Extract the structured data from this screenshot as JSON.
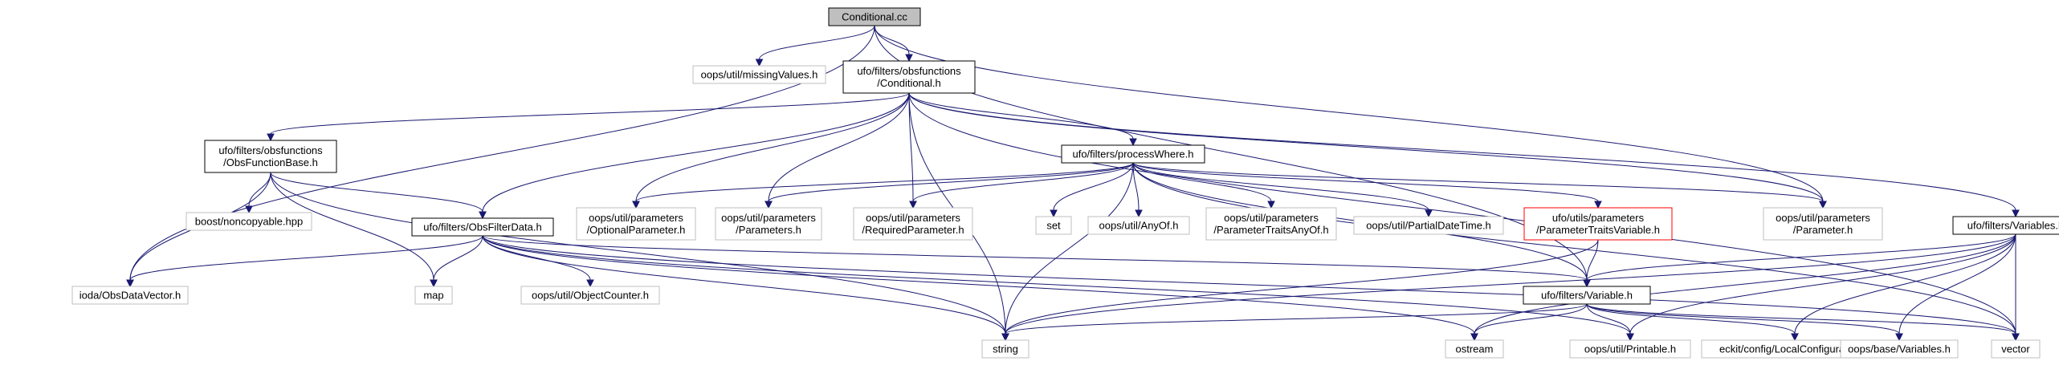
{
  "graph": {
    "nodes": [
      {
        "id": "conditional_cc",
        "lines": [
          "Conditional.cc"
        ],
        "style": "root"
      },
      {
        "id": "missing_values",
        "lines": [
          "oops/util/missingValues.h"
        ],
        "style": "external"
      },
      {
        "id": "conditional_h",
        "lines": [
          "ufo/filters/obsfunctions",
          "/Conditional.h"
        ],
        "style": "documented"
      },
      {
        "id": "obs_function_base",
        "lines": [
          "ufo/filters/obsfunctions",
          "/ObsFunctionBase.h"
        ],
        "style": "documented"
      },
      {
        "id": "process_where",
        "lines": [
          "ufo/filters/processWhere.h"
        ],
        "style": "documented"
      },
      {
        "id": "noncopyable",
        "lines": [
          "boost/noncopyable.hpp"
        ],
        "style": "external"
      },
      {
        "id": "obs_filter_data",
        "lines": [
          "ufo/filters/ObsFilterData.h"
        ],
        "style": "documented"
      },
      {
        "id": "optional_parameter",
        "lines": [
          "oops/util/parameters",
          "/OptionalParameter.h"
        ],
        "style": "external"
      },
      {
        "id": "parameters_h",
        "lines": [
          "oops/util/parameters",
          "/Parameters.h"
        ],
        "style": "external"
      },
      {
        "id": "required_parameter",
        "lines": [
          "oops/util/parameters",
          "/RequiredParameter.h"
        ],
        "style": "external"
      },
      {
        "id": "set",
        "lines": [
          "set"
        ],
        "style": "external"
      },
      {
        "id": "any_of",
        "lines": [
          "oops/util/AnyOf.h"
        ],
        "style": "external"
      },
      {
        "id": "parameter_traits_any_of",
        "lines": [
          "oops/util/parameters",
          "/ParameterTraitsAnyOf.h"
        ],
        "style": "external"
      },
      {
        "id": "partial_date_time",
        "lines": [
          "oops/util/PartialDateTime.h"
        ],
        "style": "external"
      },
      {
        "id": "parameter_traits_variable",
        "lines": [
          "ufo/utils/parameters",
          "/ParameterTraitsVariable.h"
        ],
        "style": "highlight"
      },
      {
        "id": "parameter_h",
        "lines": [
          "oops/util/parameters",
          "/Parameter.h"
        ],
        "style": "external"
      },
      {
        "id": "variables_h",
        "lines": [
          "ufo/filters/Variables.h"
        ],
        "style": "documented"
      },
      {
        "id": "ioda_obs_data_vector",
        "lines": [
          "ioda/ObsDataVector.h"
        ],
        "style": "external"
      },
      {
        "id": "map",
        "lines": [
          "map"
        ],
        "style": "external"
      },
      {
        "id": "object_counter",
        "lines": [
          "oops/util/ObjectCounter.h"
        ],
        "style": "external"
      },
      {
        "id": "variable_h",
        "lines": [
          "ufo/filters/Variable.h"
        ],
        "style": "documented"
      },
      {
        "id": "string",
        "lines": [
          "string"
        ],
        "style": "external"
      },
      {
        "id": "ostream",
        "lines": [
          "ostream"
        ],
        "style": "external"
      },
      {
        "id": "printable",
        "lines": [
          "oops/util/Printable.h"
        ],
        "style": "external"
      },
      {
        "id": "local_configuration",
        "lines": [
          "eckit/config/LocalConfiguration.h"
        ],
        "style": "external"
      },
      {
        "id": "oops_base_variables",
        "lines": [
          "oops/base/Variables.h"
        ],
        "style": "external"
      },
      {
        "id": "vector",
        "lines": [
          "vector"
        ],
        "style": "external"
      }
    ],
    "edges": [
      [
        "conditional_cc",
        "ioda_obs_data_vector"
      ],
      [
        "conditional_cc",
        "missing_values"
      ],
      [
        "conditional_cc",
        "conditional_h"
      ],
      [
        "conditional_cc",
        "parameter_h"
      ],
      [
        "conditional_cc",
        "variable_h"
      ],
      [
        "conditional_h",
        "obs_function_base"
      ],
      [
        "conditional_h",
        "obs_filter_data"
      ],
      [
        "conditional_h",
        "process_where"
      ],
      [
        "conditional_h",
        "optional_parameter"
      ],
      [
        "conditional_h",
        "parameters_h"
      ],
      [
        "conditional_h",
        "required_parameter"
      ],
      [
        "conditional_h",
        "parameter_h"
      ],
      [
        "conditional_h",
        "variables_h"
      ],
      [
        "conditional_h",
        "string"
      ],
      [
        "conditional_h",
        "vector"
      ],
      [
        "obs_function_base",
        "noncopyable"
      ],
      [
        "obs_function_base",
        "map"
      ],
      [
        "obs_function_base",
        "obs_filter_data"
      ],
      [
        "obs_function_base",
        "ioda_obs_data_vector"
      ],
      [
        "obs_function_base",
        "string"
      ],
      [
        "process_where",
        "optional_parameter"
      ],
      [
        "process_where",
        "parameters_h"
      ],
      [
        "process_where",
        "required_parameter"
      ],
      [
        "process_where",
        "set"
      ],
      [
        "process_where",
        "any_of"
      ],
      [
        "process_where",
        "parameter_traits_any_of"
      ],
      [
        "process_where",
        "partial_date_time"
      ],
      [
        "process_where",
        "parameter_traits_variable"
      ],
      [
        "process_where",
        "parameter_h"
      ],
      [
        "process_where",
        "variable_h"
      ],
      [
        "process_where",
        "string"
      ],
      [
        "process_where",
        "vector"
      ],
      [
        "obs_filter_data",
        "ioda_obs_data_vector"
      ],
      [
        "obs_filter_data",
        "map"
      ],
      [
        "obs_filter_data",
        "object_counter"
      ],
      [
        "obs_filter_data",
        "variable_h"
      ],
      [
        "obs_filter_data",
        "string"
      ],
      [
        "obs_filter_data",
        "ostream"
      ],
      [
        "obs_filter_data",
        "vector"
      ],
      [
        "obs_filter_data",
        "printable"
      ],
      [
        "parameter_traits_variable",
        "variable_h"
      ],
      [
        "parameter_traits_variable",
        "string"
      ],
      [
        "variables_h",
        "variable_h"
      ],
      [
        "variables_h",
        "string"
      ],
      [
        "variables_h",
        "ostream"
      ],
      [
        "variables_h",
        "printable"
      ],
      [
        "variables_h",
        "local_configuration"
      ],
      [
        "variables_h",
        "oops_base_variables"
      ],
      [
        "variables_h",
        "vector"
      ],
      [
        "variable_h",
        "string"
      ],
      [
        "variable_h",
        "ostream"
      ],
      [
        "variable_h",
        "printable"
      ],
      [
        "variable_h",
        "local_configuration"
      ],
      [
        "variable_h",
        "oops_base_variables"
      ],
      [
        "variable_h",
        "vector"
      ]
    ]
  },
  "colors": {
    "edge": "#191970",
    "documented_border": "#000000",
    "external_border": "#bfbfbf",
    "highlight_border": "#ff0000",
    "root_fill": "#bfbfbf",
    "text": "#000000"
  }
}
